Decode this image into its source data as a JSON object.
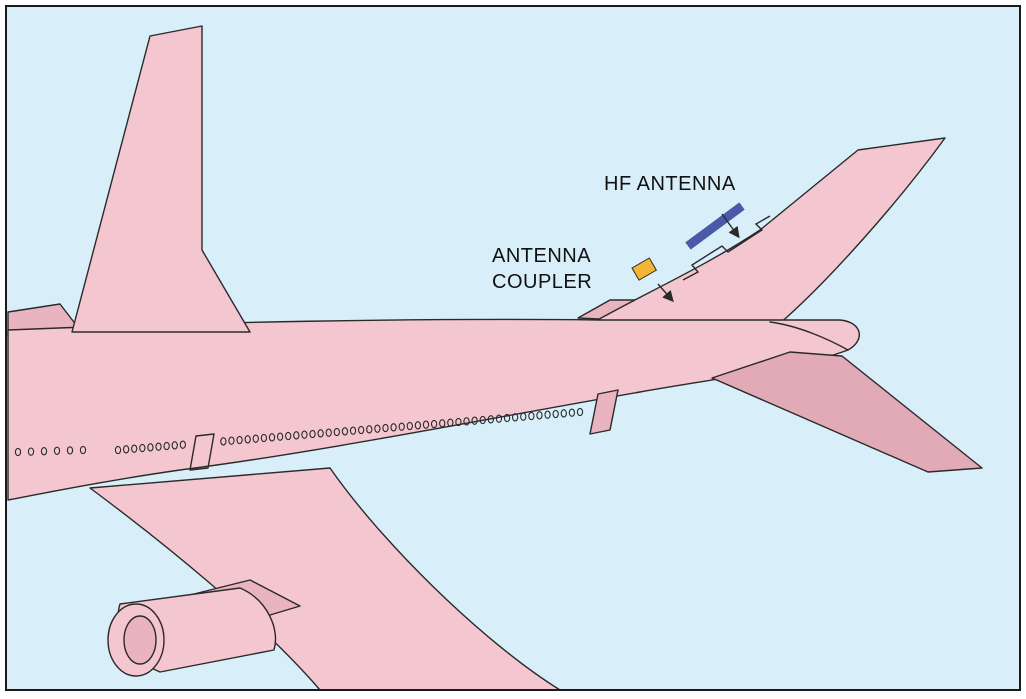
{
  "colors": {
    "background": "#d8eef8",
    "fuselage": "#f4c6d0",
    "fuselage_shade": "#e9b3bf",
    "tailplane": "#e2aab6",
    "outline": "#2a2a2a",
    "antenna": "#4a5aa8",
    "coupler": "#f2b632",
    "frame": "#1a1a1a"
  },
  "labels": {
    "hf_antenna": "HF ANTENNA",
    "antenna_coupler_line1": "ANTENNA",
    "antenna_coupler_line2": "COUPLER"
  },
  "icons": {
    "hf_antenna": "hf-antenna-bar",
    "antenna_coupler": "antenna-coupler-box"
  },
  "windows": {
    "forward_count": 6,
    "aft_count": 58
  }
}
